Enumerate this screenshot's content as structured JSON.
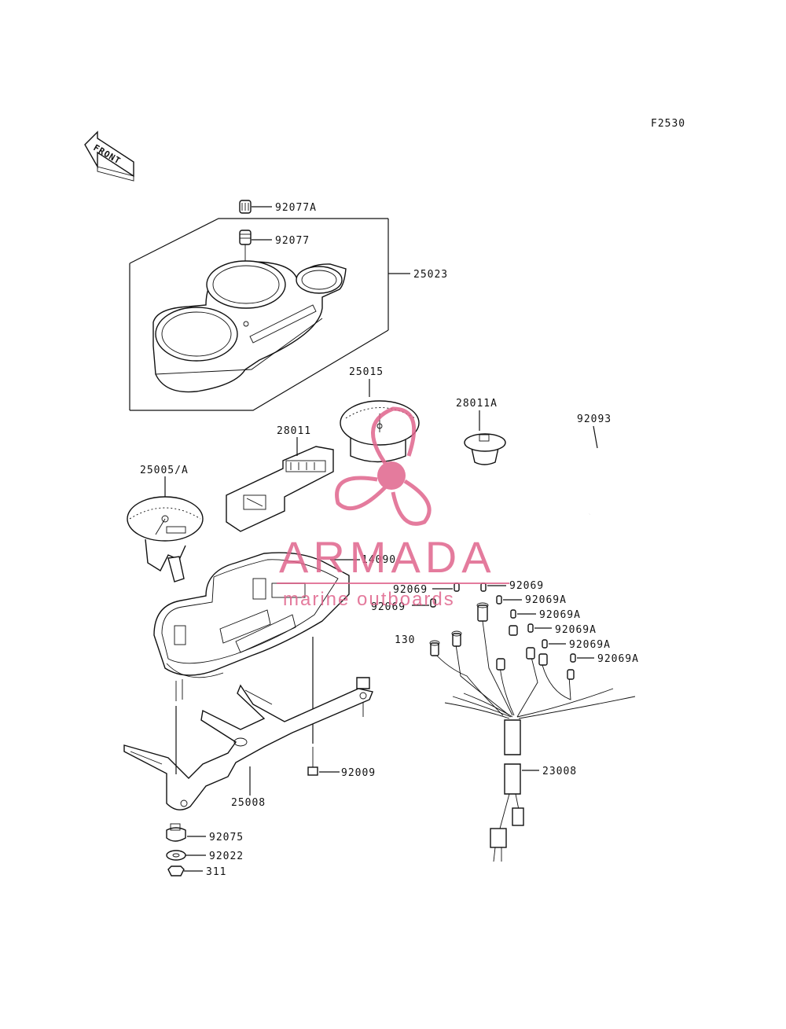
{
  "diagram_code": "F2530",
  "front_label": "FRONT",
  "watermark": {
    "title": "ARMADA",
    "subtitle": "marine outboards",
    "color": "#e0648c"
  },
  "parts": {
    "p92077A": "92077A",
    "p92077": "92077",
    "p25023": "25023",
    "p25015": "25015",
    "p28011A": "28011A",
    "p92093": "92093",
    "p28011": "28011",
    "p25005A": "25005/A",
    "p14090": "14090",
    "p92069_a": "92069",
    "p92069_b": "92069",
    "p92069_c": "92069",
    "p92069A_a": "92069A",
    "p92069A_b": "92069A",
    "p92069A_c": "92069A",
    "p92069A_d": "92069A",
    "p92069A_e": "92069A",
    "p130": "130",
    "p92009": "92009",
    "p25008": "25008",
    "p23008": "23008",
    "p92075": "92075",
    "p92022": "92022",
    "p311": "311"
  }
}
